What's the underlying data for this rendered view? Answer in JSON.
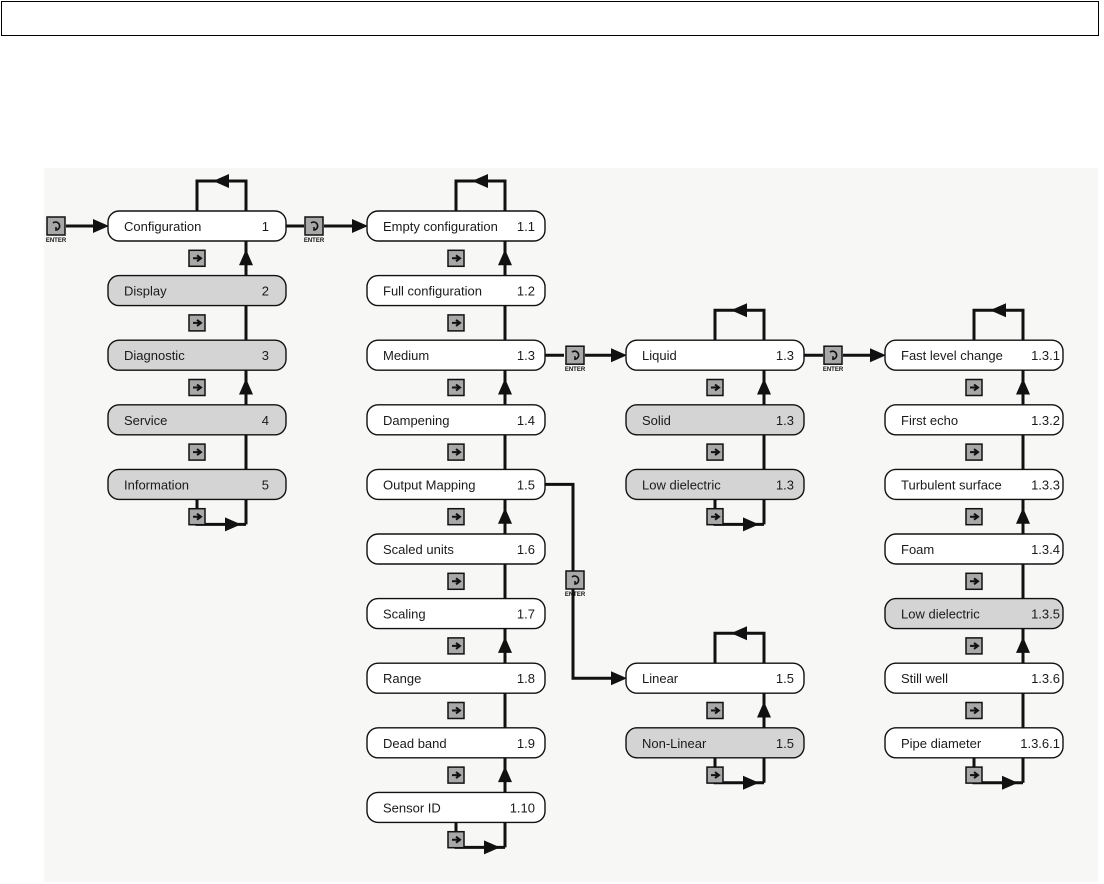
{
  "header": {
    "text": ""
  },
  "enter_label": "ENTER",
  "colors": {
    "selected_fill": "#d4d4d4",
    "normal_fill": "#ffffff",
    "line": "#111111",
    "button_fill": "#a8a8a8"
  },
  "menus": {
    "main": [
      {
        "label": "Configuration",
        "code": "1",
        "selected": false
      },
      {
        "label": "Display",
        "code": "2",
        "selected": true
      },
      {
        "label": "Diagnostic",
        "code": "3",
        "selected": true
      },
      {
        "label": "Service",
        "code": "4",
        "selected": true
      },
      {
        "label": "Information",
        "code": "5",
        "selected": true
      }
    ],
    "configuration": [
      {
        "label": "Empty configuration",
        "code": "1.1",
        "selected": false
      },
      {
        "label": "Full configuration",
        "code": "1.2",
        "selected": false
      },
      {
        "label": "Medium",
        "code": "1.3",
        "selected": false
      },
      {
        "label": "Dampening",
        "code": "1.4",
        "selected": false
      },
      {
        "label": "Output Mapping",
        "code": "1.5",
        "selected": false
      },
      {
        "label": "Scaled units",
        "code": "1.6",
        "selected": false
      },
      {
        "label": "Scaling",
        "code": "1.7",
        "selected": false
      },
      {
        "label": "Range",
        "code": "1.8",
        "selected": false
      },
      {
        "label": "Dead band",
        "code": "1.9",
        "selected": false
      },
      {
        "label": "Sensor ID",
        "code": "1.10",
        "selected": false
      }
    ],
    "medium": [
      {
        "label": "Liquid",
        "code": "1.3",
        "selected": false
      },
      {
        "label": "Solid",
        "code": "1.3",
        "selected": true
      },
      {
        "label": "Low dielectric",
        "code": "1.3",
        "selected": true
      }
    ],
    "output_mapping": [
      {
        "label": "Linear",
        "code": "1.5",
        "selected": false
      },
      {
        "label": "Non-Linear",
        "code": "1.5",
        "selected": true
      }
    ],
    "liquid": [
      {
        "label": "Fast level change",
        "code": "1.3.1",
        "selected": false
      },
      {
        "label": "First echo",
        "code": "1.3.2",
        "selected": false
      },
      {
        "label": "Turbulent surface",
        "code": "1.3.3",
        "selected": false
      },
      {
        "label": "Foam",
        "code": "1.3.4",
        "selected": false
      },
      {
        "label": "Low dielectric",
        "code": "1.3.5",
        "selected": true
      },
      {
        "label": "Still well",
        "code": "1.3.6",
        "selected": false
      },
      {
        "label": "Pipe diameter",
        "code": "1.3.6.1",
        "selected": false
      }
    ]
  }
}
